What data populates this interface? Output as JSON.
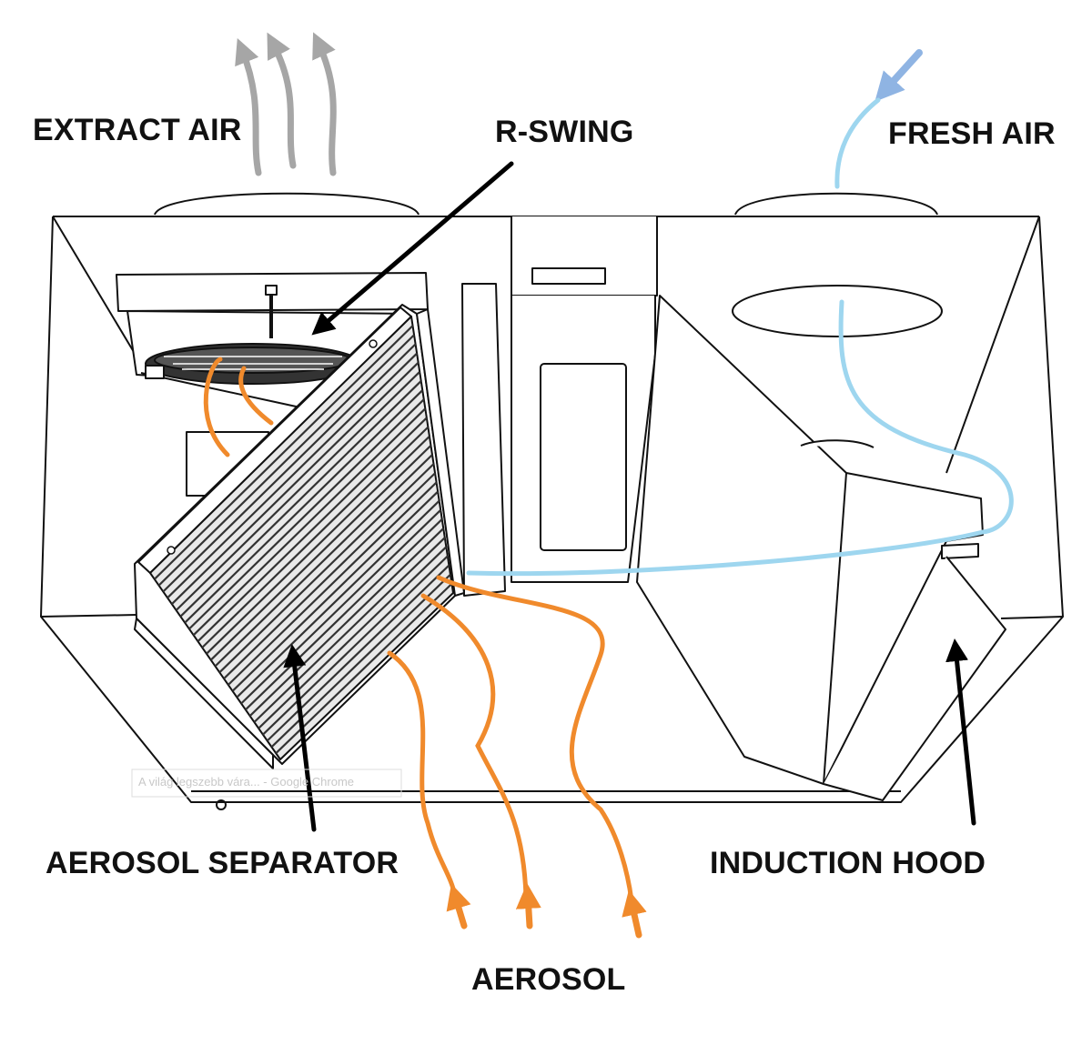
{
  "labels": {
    "extract_air": "EXTRACT AIR",
    "r_swing": "R-SWING",
    "fresh_air": "FRESH AIR",
    "aerosol_separator": "AEROSOL SEPARATOR",
    "induction_hood": "INDUCTION HOOD",
    "aerosol": "AEROSOL"
  },
  "watermark": "A világ legszebb vára... - Google Chrome",
  "colors": {
    "line": "#111111",
    "extract_flow": "#a6a6a6",
    "fresh_flow": "#9ed6ef",
    "fresh_arrow": "#8fb4e3",
    "aerosol_flow": "#f08a2c",
    "pointer": "#000000"
  }
}
